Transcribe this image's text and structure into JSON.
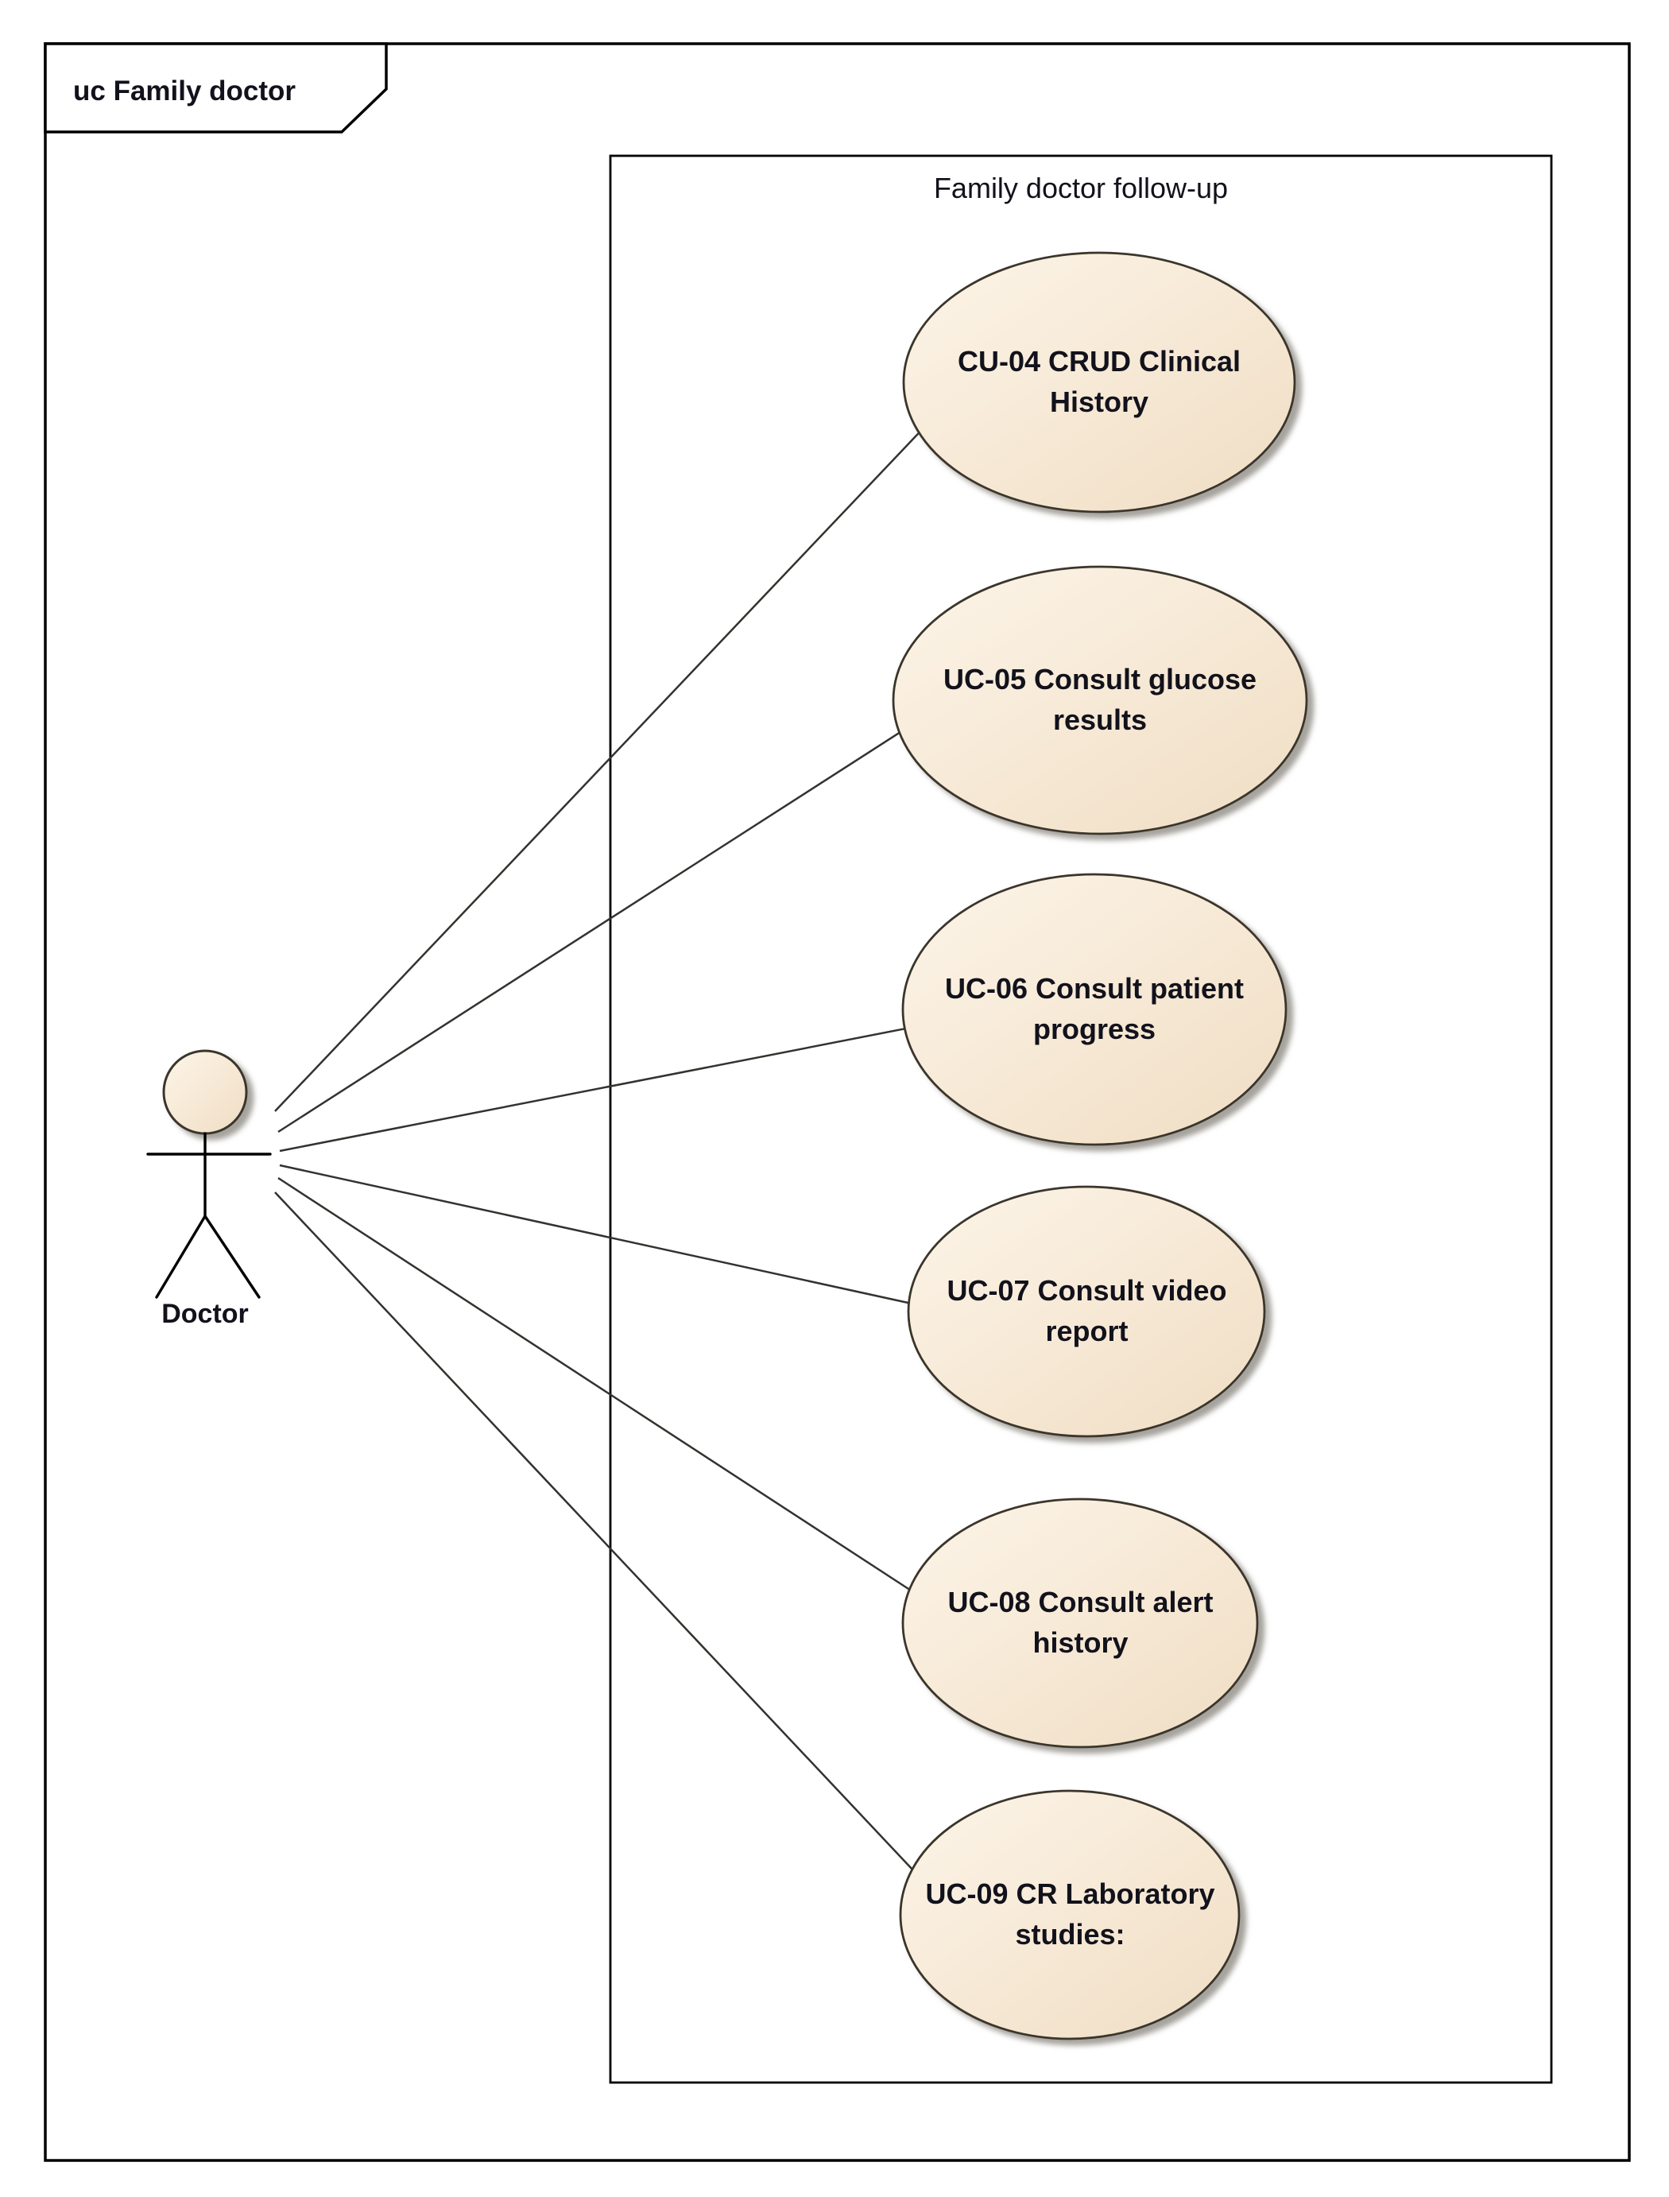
{
  "diagram": {
    "frame_title": "uc Family doctor",
    "boundary_title": "Family doctor follow-up",
    "actor": {
      "name": "Doctor"
    },
    "use_cases": [
      {
        "label": "CU-04 CRUD Clinical History"
      },
      {
        "label": "UC-05 Consult glucose results"
      },
      {
        "label": "UC-06 Consult patient progress"
      },
      {
        "label": "UC-07 Consult video report"
      },
      {
        "label": "UC-08 Consult alert history"
      },
      {
        "label": "UC-09 CR Laboratory studies:"
      }
    ],
    "colors": {
      "ellipse_fill_light": "#fdf5e9",
      "ellipse_fill_dark": "#f0ddc3",
      "ellipse_stroke": "#3a352c",
      "shadow_color": "#8f8b84",
      "line_color": "#32322e",
      "frame_stroke": "#000000",
      "text_color": "#12121c"
    }
  }
}
